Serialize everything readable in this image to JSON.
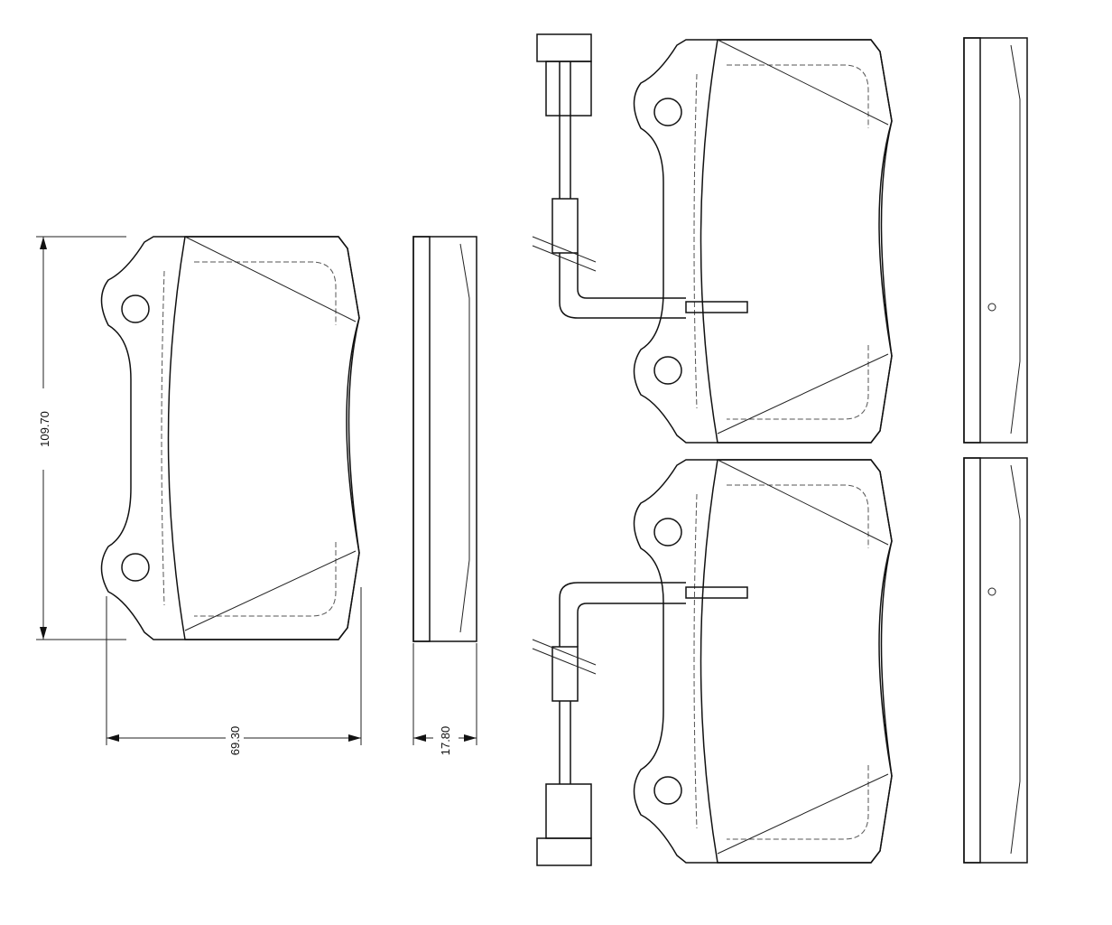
{
  "drawing": {
    "title": "Brake pad set technical drawing",
    "dimensions": {
      "height": "109.70",
      "width": "69.30",
      "thickness": "17.80"
    },
    "colors": {
      "line": "#111111",
      "backplate_hatch": "#9a9a9a"
    }
  }
}
